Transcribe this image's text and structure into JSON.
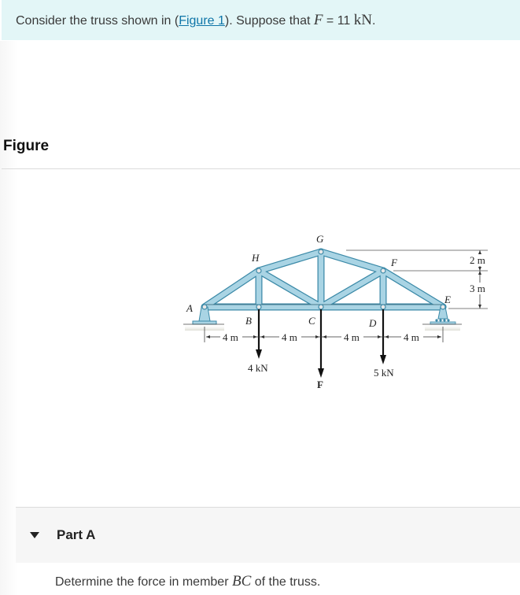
{
  "intro": {
    "prefix": "Consider the truss shown in (",
    "figure_link": "Figure 1",
    "middle": "). Suppose that ",
    "var": "F",
    "equals": " = 11 ",
    "unit": "kN",
    "suffix": "."
  },
  "figure": {
    "title": "Figure",
    "joints": {
      "A": "A",
      "B": "B",
      "C": "C",
      "D": "D",
      "E": "E",
      "F": "F",
      "G": "G",
      "H": "H"
    },
    "dimensions": {
      "span1": "4 m",
      "span2": "4 m",
      "span3": "4 m",
      "span4": "4 m",
      "height_top": "2 m",
      "height_bottom": "3 m"
    },
    "loads": {
      "B": "4 kN",
      "C": "F",
      "D": "5 kN"
    },
    "colors": {
      "member_fill": "#a9d4e4",
      "member_stroke": "#3c8aa8",
      "pin": "#e8e8e8"
    }
  },
  "part_a": {
    "label": "Part A",
    "question_prefix": "Determine the force in member ",
    "question_var": "BC",
    "question_suffix": " of the truss."
  }
}
